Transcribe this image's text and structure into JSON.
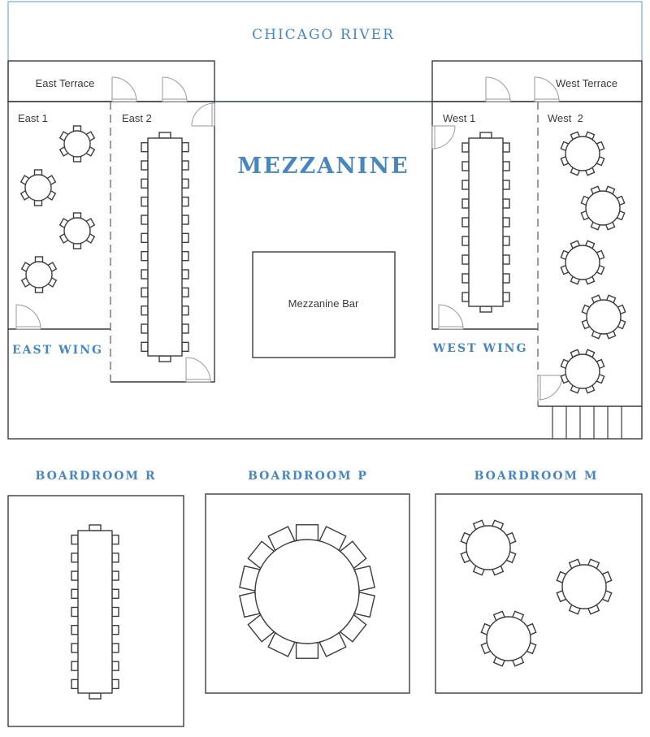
{
  "river": {
    "label": "CHICAGO RIVER"
  },
  "main": {
    "title": "MEZZANINE",
    "bar_label": "Mezzanine Bar"
  },
  "terraces": {
    "east": "East Terrace",
    "west": "West Terrace"
  },
  "rooms": {
    "east1": "East 1",
    "east2": "East 2",
    "west1": "West 1",
    "west2": "West  2"
  },
  "wings": {
    "east": "EAST WING",
    "west": "WEST WING"
  },
  "boardrooms": {
    "r": "BOARDROOM R",
    "p": "BOARDROOM P",
    "m": "BOARDROOM M"
  },
  "colors": {
    "accent": "#4a86be",
    "line": "#3c3c3c",
    "outline": "#8fb6d8"
  }
}
